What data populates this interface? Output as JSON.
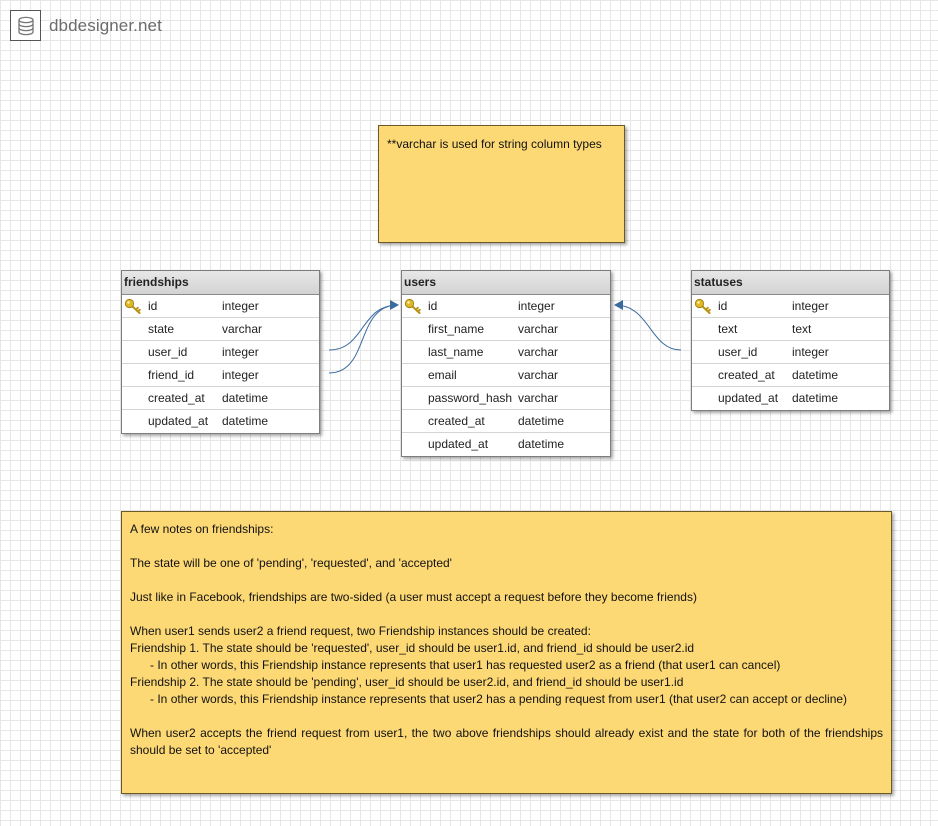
{
  "logo": {
    "text": "dbdesigner.net",
    "icon": "database-icon"
  },
  "notes": {
    "top": [
      "**varchar is used for string column types"
    ],
    "bottom": [
      "A few notes on friendships:",
      "",
      "The state will be one of 'pending', 'requested', and 'accepted'",
      "",
      "Just like in Facebook, friendships are two-sided (a user must accept a request before they become friends)",
      "",
      "When user1 sends user2 a friend request, two Friendship instances should be created:",
      "Friendship 1. The state should be 'requested', user_id should be user1.id, and friend_id should be user2.id",
      "      - In other words, this Friendship instance represents that user1 has requested user2 as a friend (that user1 can cancel)",
      "Friendship 2. The state should be 'pending', user_id should be user2.id, and friend_id should be user1.id",
      "      - In other words, this Friendship instance represents that user2 has a pending request from user1 (that user2 can accept or decline)",
      "",
      "When user2 accepts the friend request from user1, the two above friendships should already exist and the state for both of the friendships should be set to 'accepted'"
    ]
  },
  "tables": {
    "friendships": {
      "title": "friendships",
      "columns": [
        {
          "name": "id",
          "type": "integer",
          "pk": true
        },
        {
          "name": "state",
          "type": "varchar",
          "pk": false
        },
        {
          "name": "user_id",
          "type": "integer",
          "pk": false
        },
        {
          "name": "friend_id",
          "type": "integer",
          "pk": false
        },
        {
          "name": "created_at",
          "type": "datetime",
          "pk": false
        },
        {
          "name": "updated_at",
          "type": "datetime",
          "pk": false
        }
      ]
    },
    "users": {
      "title": "users",
      "columns": [
        {
          "name": "id",
          "type": "integer",
          "pk": true
        },
        {
          "name": "first_name",
          "type": "varchar",
          "pk": false
        },
        {
          "name": "last_name",
          "type": "varchar",
          "pk": false
        },
        {
          "name": "email",
          "type": "varchar",
          "pk": false
        },
        {
          "name": "password_hash",
          "type": "varchar",
          "pk": false
        },
        {
          "name": "created_at",
          "type": "datetime",
          "pk": false
        },
        {
          "name": "updated_at",
          "type": "datetime",
          "pk": false
        }
      ]
    },
    "statuses": {
      "title": "statuses",
      "columns": [
        {
          "name": "id",
          "type": "integer",
          "pk": true
        },
        {
          "name": "text",
          "type": "text",
          "pk": false
        },
        {
          "name": "user_id",
          "type": "integer",
          "pk": false
        },
        {
          "name": "created_at",
          "type": "datetime",
          "pk": false
        },
        {
          "name": "updated_at",
          "type": "datetime",
          "pk": false
        }
      ]
    }
  },
  "relations": [
    {
      "from": "friendships.user_id",
      "to": "users.id"
    },
    {
      "from": "friendships.friend_id",
      "to": "users.id"
    },
    {
      "from": "statuses.user_id",
      "to": "users.id"
    }
  ],
  "colors": {
    "note_background": "#fdd975",
    "connector": "#3b6a9e",
    "key_icon": "#e0b826"
  }
}
